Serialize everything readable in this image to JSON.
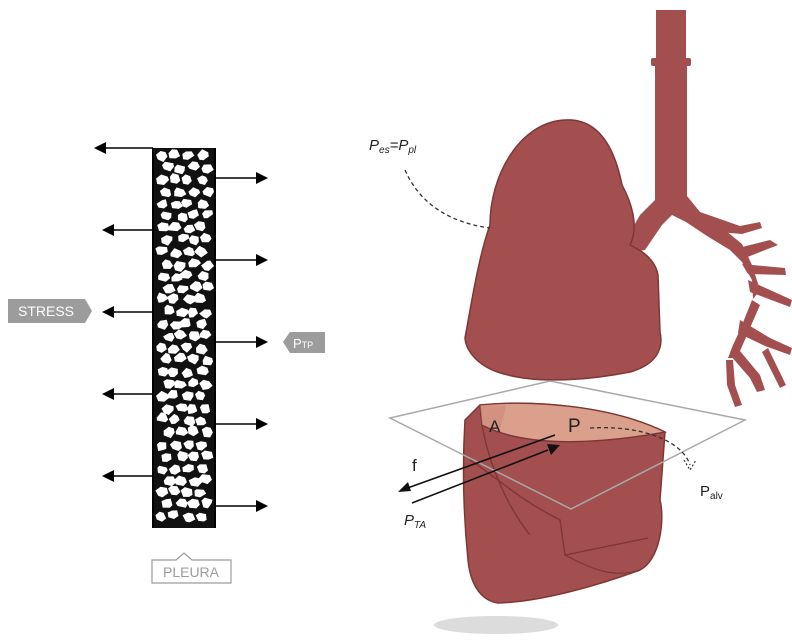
{
  "labels": {
    "stress": "STRESS",
    "ptp_main": "P",
    "ptp_sub": "TP",
    "pleura": "PLEURA",
    "pes_main": "P",
    "pes_sub": "es",
    "pes_eq": "=",
    "ppl_main": "P",
    "ppl_sub": "pl",
    "a": "A",
    "p": "P",
    "f": "f",
    "pta_main": "P",
    "pta_sub": "TA",
    "palv_main": "P",
    "palv_sub": "alv"
  },
  "colors": {
    "lung": "#a44f4f",
    "lung_dark": "#7e3636",
    "section_face": "#dba08c",
    "label_box": "#9c9c9c",
    "plane": "#a9a9a9"
  }
}
